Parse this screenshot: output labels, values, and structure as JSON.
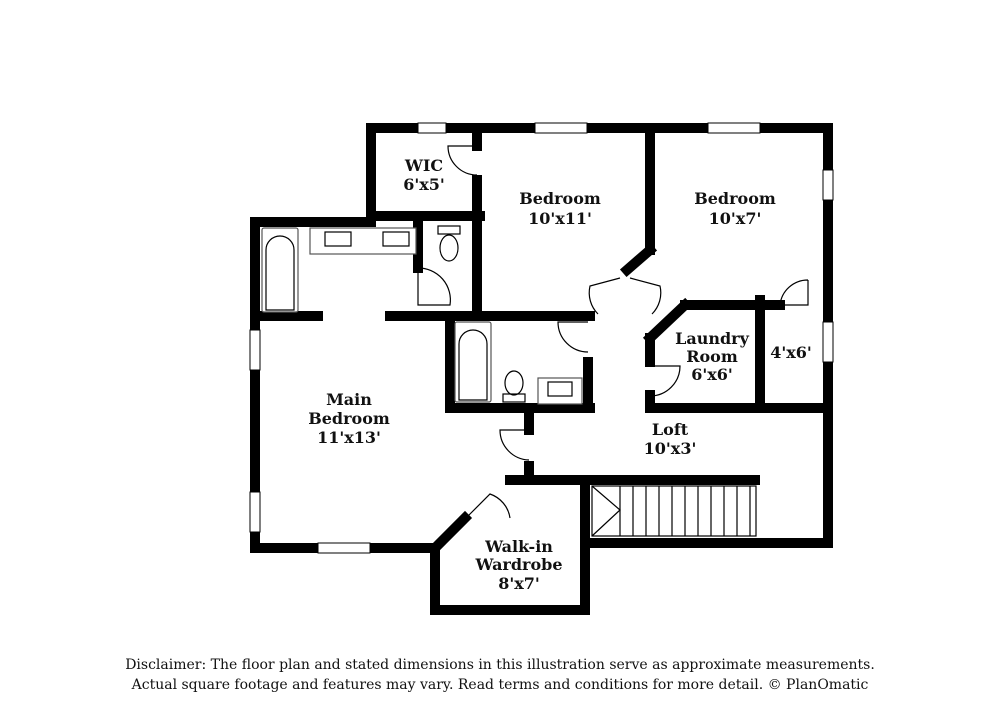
{
  "rooms": {
    "wic": {
      "name": "WIC",
      "dims": "6'x5'"
    },
    "bedroom_a": {
      "name": "Bedroom",
      "dims": "10'x11'"
    },
    "bedroom_b": {
      "name": "Bedroom",
      "dims": "10'x7'"
    },
    "laundry": {
      "name_line1": "Laundry",
      "name_line2": "Room",
      "dims": "6'x6'"
    },
    "closet": {
      "dims": "4'x6'"
    },
    "main_bedroom": {
      "name_line1": "Main",
      "name_line2": "Bedroom",
      "dims": "11'x13'"
    },
    "loft": {
      "name": "Loft",
      "dims": "10'x3'"
    },
    "walkin": {
      "name_line1": "Walk-in",
      "name_line2": "Wardrobe",
      "dims": "8'x7'"
    }
  },
  "disclaimer": {
    "line1": "Disclaimer: The floor plan and stated dimensions in this illustration serve as approximate measurements.",
    "line2": "Actual square footage and features may vary. Read terms and conditions for more detail. © PlanOmatic"
  }
}
